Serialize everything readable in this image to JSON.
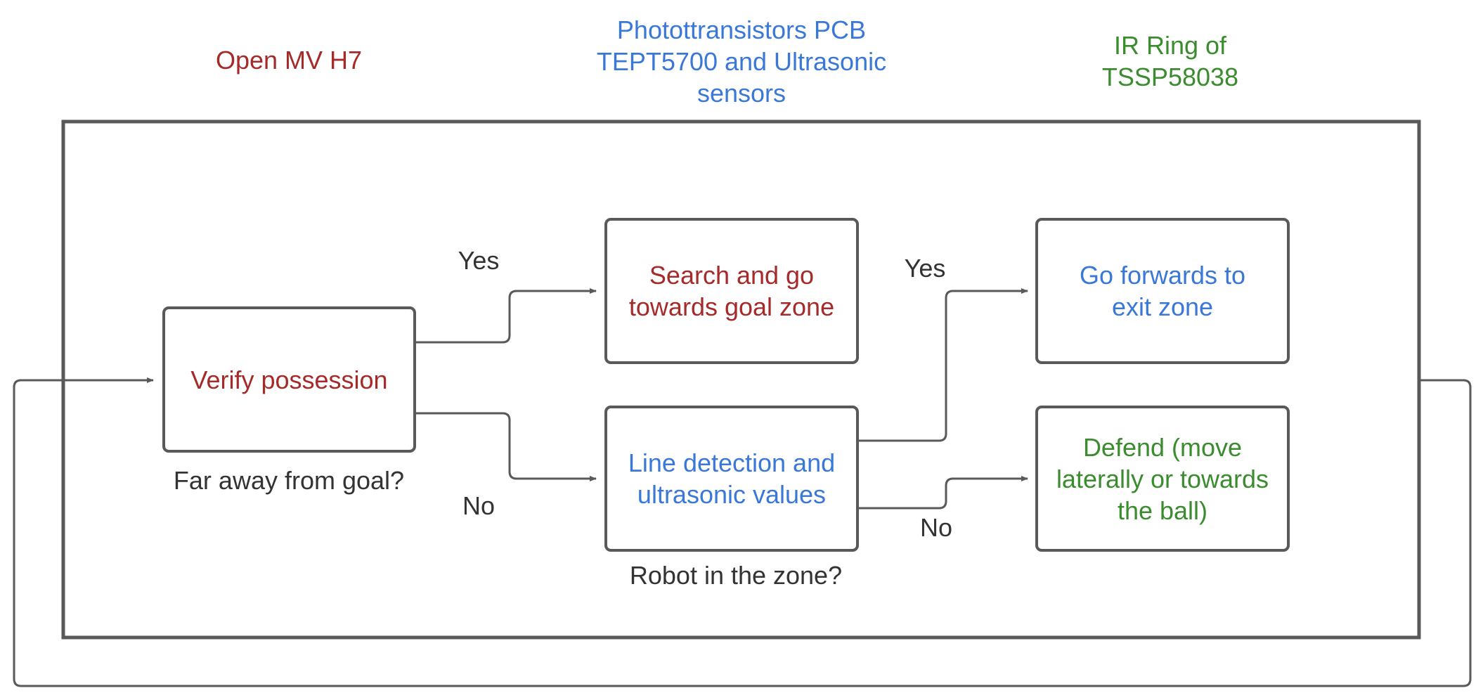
{
  "colors": {
    "red": "#a52a2a",
    "blue": "#3a78d8",
    "green": "#3a8c2e",
    "line": "#595959",
    "text": "#333333"
  },
  "legend": {
    "openmv": "Open MV H7",
    "phototransistors": [
      "Photottransistors PCB",
      "TEPT5700 and Ultrasonic",
      "sensors"
    ],
    "ir_ring": [
      "IR Ring of",
      "TSSP58038"
    ]
  },
  "nodes": {
    "verify": "Verify possession",
    "search": [
      "Search and go",
      "towards goal zone"
    ],
    "line_detection": [
      "Line detection and",
      "ultrasonic values"
    ],
    "go_forwards": [
      "Go forwards to",
      "exit zone"
    ],
    "defend": [
      "Defend (move",
      "laterally or towards",
      "the ball)"
    ]
  },
  "labels": {
    "far_away": "Far away from goal?",
    "robot_in_zone": "Robot in the zone?",
    "yes_1": "Yes",
    "no_1": "No",
    "yes_2": "Yes",
    "no_2": "No"
  }
}
